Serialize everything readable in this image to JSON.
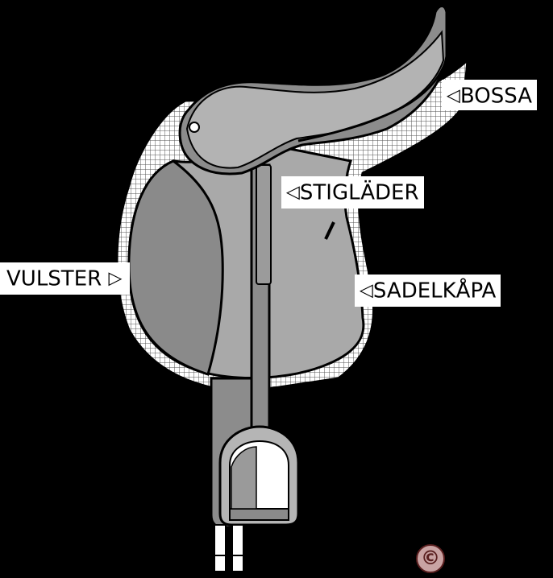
{
  "labels": {
    "bossa": {
      "arrow": "◁",
      "text": "BOSSA"
    },
    "stiglader": {
      "arrow": "◁",
      "text": "STIGLÄDER"
    },
    "vulster": {
      "arrow": "▷",
      "text": "VULSTER"
    },
    "sadelkapa": {
      "arrow": "◁",
      "text": "SADELKÅPA"
    }
  },
  "copyright": "©",
  "colors": {
    "background": "#000000",
    "outline": "#000000",
    "seat": "#8c8c8c",
    "flap": "#a9a9a9",
    "knee_roll": "#8a8a8a",
    "pad": "#d9d9d9",
    "stirrup": "#ffffff"
  }
}
